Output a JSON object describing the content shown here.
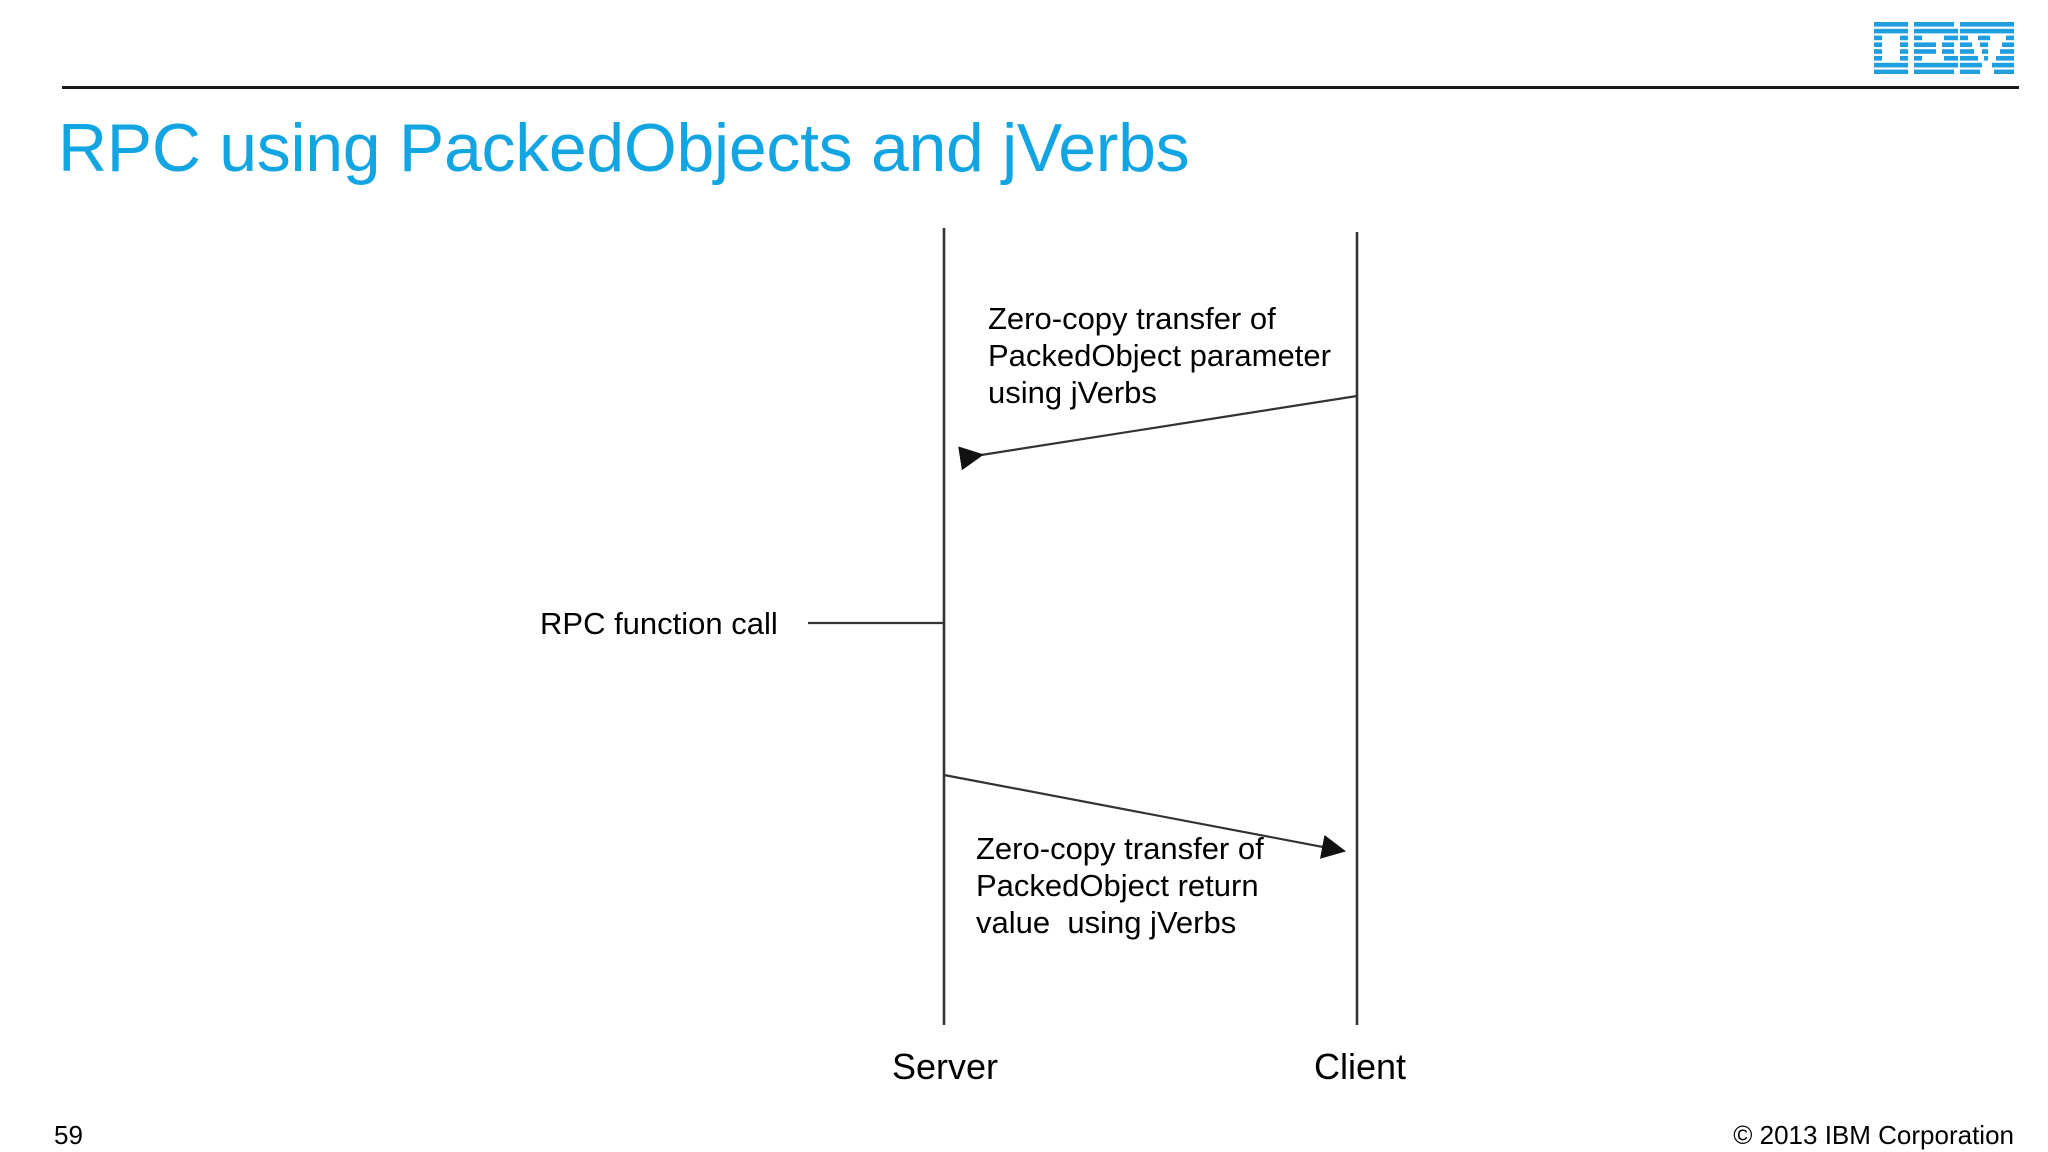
{
  "slide": {
    "title": "RPC using PackedObjects and jVerbs",
    "title_color": "#13a5e1",
    "background_color": "#ffffff"
  },
  "header": {
    "logo_name": "ibm-logo",
    "logo_color": "#1f9fe0",
    "rule_color": "#1a1a1a"
  },
  "diagram": {
    "type": "sequence-diagram",
    "line_color": "#333333",
    "text_color": "#000000",
    "actors": [
      {
        "id": "server",
        "label": "Server"
      },
      {
        "id": "client",
        "label": "Client"
      }
    ],
    "messages": [
      {
        "id": "request",
        "from": "client",
        "to": "server",
        "direction": "right-to-left",
        "label": "Zero-copy transfer of\nPackedObject parameter\nusing jVerbs"
      },
      {
        "id": "return",
        "from": "server",
        "to": "client",
        "direction": "left-to-right",
        "label": "Zero-copy transfer of\nPackedObject return\nvalue  using jVerbs"
      }
    ],
    "annotations": [
      {
        "id": "rpc-function-call",
        "label": "RPC function call",
        "attached_to": "server"
      }
    ]
  },
  "footer": {
    "page_number": "59",
    "copyright": "© 2013 IBM Corporation"
  }
}
